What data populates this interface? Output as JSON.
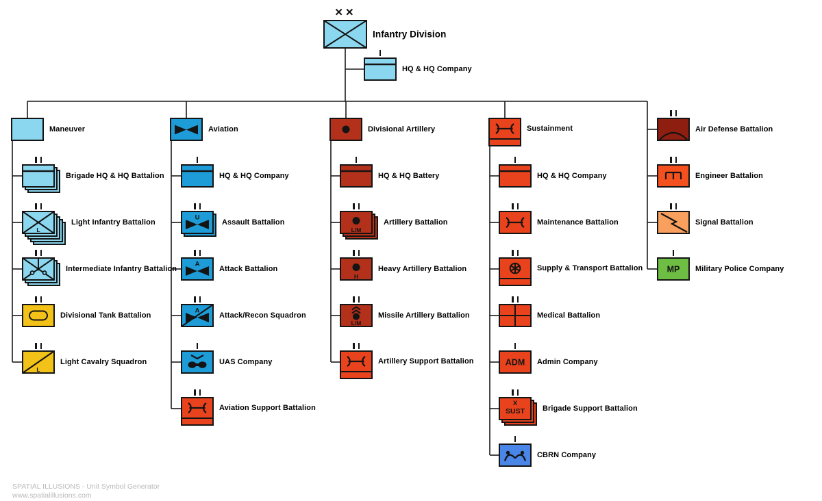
{
  "division": {
    "label": "Infantry Division",
    "echelon": "XX",
    "symbol": "infantry",
    "color": "lightblue"
  },
  "division_hq": {
    "label": "HQ & HQ Company",
    "echelon": "I",
    "symbol": "hq",
    "color": "lightblue"
  },
  "columns": [
    {
      "header": {
        "label": "Maneuver",
        "symbol": "plain",
        "echelon": "",
        "color": "lightblue"
      },
      "children": [
        {
          "label": "Brigade HQ & HQ Battalion",
          "symbol": "hq",
          "echelon": "II",
          "color": "lightblue",
          "stack": 3
        },
        {
          "label": "Light Infantry Battalion",
          "symbol": "infantry",
          "amp": "L",
          "echelon": "II",
          "color": "lightblue",
          "stack": 5
        },
        {
          "label": "Intermediate Infantry Battalion",
          "symbol": "infantry-medium",
          "echelon": "II",
          "color": "lightblue",
          "stack": 3
        },
        {
          "label": "Divisional Tank Battalion",
          "symbol": "armor",
          "echelon": "II",
          "color": "yellow"
        },
        {
          "label": "Light Cavalry Squadron",
          "symbol": "recon",
          "amp": "L",
          "echelon": "II",
          "color": "yellow"
        }
      ]
    },
    {
      "header": {
        "label": "Aviation",
        "symbol": "aviation",
        "echelon": "",
        "color": "aviationblue"
      },
      "children": [
        {
          "label": "HQ & HQ Company",
          "symbol": "hq",
          "echelon": "I",
          "color": "aviationblue"
        },
        {
          "label": "Assault Battalion",
          "symbol": "aviation",
          "top": "U",
          "echelon": "II",
          "color": "aviationblue",
          "stack": 2
        },
        {
          "label": "Attack Battalion",
          "symbol": "aviation",
          "top": "A",
          "echelon": "II",
          "color": "aviationblue"
        },
        {
          "label": "Attack/Recon Squadron",
          "symbol": "aviation-recon",
          "top": "A",
          "echelon": "II",
          "color": "aviationblue"
        },
        {
          "label": "UAS Company",
          "symbol": "uas",
          "echelon": "I",
          "color": "aviationblue"
        },
        {
          "label": "Aviation Support Battalion",
          "symbol": "maintenance",
          "echelon": "II",
          "color": "sustainorange",
          "strip": true
        }
      ]
    },
    {
      "header": {
        "label": "Divisional Artillery",
        "symbol": "artillery",
        "echelon": "",
        "color": "artilleryred"
      },
      "children": [
        {
          "label": "HQ & HQ Battery",
          "symbol": "hq",
          "echelon": "I",
          "color": "artilleryred"
        },
        {
          "label": "Artillery Battalion",
          "symbol": "artillery",
          "amp": "L/M",
          "echelon": "II",
          "color": "artilleryred",
          "stack": 3
        },
        {
          "label": "Heavy Artillery Battalion",
          "symbol": "artillery",
          "amp": "H",
          "echelon": "II",
          "color": "artilleryred"
        },
        {
          "label": "Missile Artillery Battalion",
          "symbol": "artillery-missile",
          "amp": "L/M",
          "echelon": "II",
          "color": "artilleryred"
        },
        {
          "label": "Artillery Support Battalion",
          "symbol": "maintenance",
          "echelon": "II",
          "color": "sustainorange",
          "strip": true
        }
      ]
    },
    {
      "header": {
        "label": "Sustainment",
        "symbol": "maintenance",
        "echelon": "",
        "color": "sustainorange",
        "strip": true
      },
      "children": [
        {
          "label": "HQ & HQ Company",
          "symbol": "hq",
          "echelon": "I",
          "color": "sustainorange"
        },
        {
          "label": "Maintenance Battalion",
          "symbol": "maintenance",
          "echelon": "II",
          "color": "sustainorange"
        },
        {
          "label": "Supply & Transport Battalion",
          "symbol": "transport",
          "echelon": "II",
          "color": "sustainorange",
          "strip": true
        },
        {
          "label": "Medical Battalion",
          "symbol": "medical",
          "echelon": "II",
          "color": "sustainorange"
        },
        {
          "label": "Admin Company",
          "symbol": "label",
          "center": "ADM",
          "echelon": "I",
          "color": "sustainorange"
        },
        {
          "label": "Brigade Support Battalion",
          "symbol": "label",
          "top": "X",
          "center": "SUST",
          "echelon": "II",
          "color": "sustainorange",
          "stack": 3
        },
        {
          "label": "CBRN Company",
          "symbol": "cbrn",
          "echelon": "I",
          "color": "cbrnblue"
        }
      ]
    },
    {
      "header": null,
      "children": [
        {
          "label": "Air Defense Battalion",
          "symbol": "air-defense",
          "echelon": "II",
          "color": "airdefred"
        },
        {
          "label": "Engineer Battalion",
          "symbol": "engineer",
          "echelon": "II",
          "color": "engineerred"
        },
        {
          "label": "Signal Battalion",
          "symbol": "signal",
          "echelon": "II",
          "color": "signalorange"
        },
        {
          "label": "Military Police Company",
          "symbol": "label",
          "center": "MP",
          "echelon": "I",
          "color": "mpgreen"
        }
      ]
    }
  ],
  "watermark": {
    "line1": "SPATIAL ILLUSIONS - Unit Symbol Generator",
    "line2": "www.spatialillusions.com"
  },
  "colors": {
    "lightblue": "#8CD7F0",
    "aviationblue": "#1E9CD7",
    "artilleryred": "#B3301A",
    "sustainorange": "#E8431C",
    "airdefred": "#8E1E10",
    "engineerred": "#F4511E",
    "signalorange": "#F9A05E",
    "yellow": "#F2C218",
    "mpgreen": "#6FBE44",
    "cbrnblue": "#4A86E8",
    "ink": "#141414",
    "line": "#1a1a1a"
  }
}
